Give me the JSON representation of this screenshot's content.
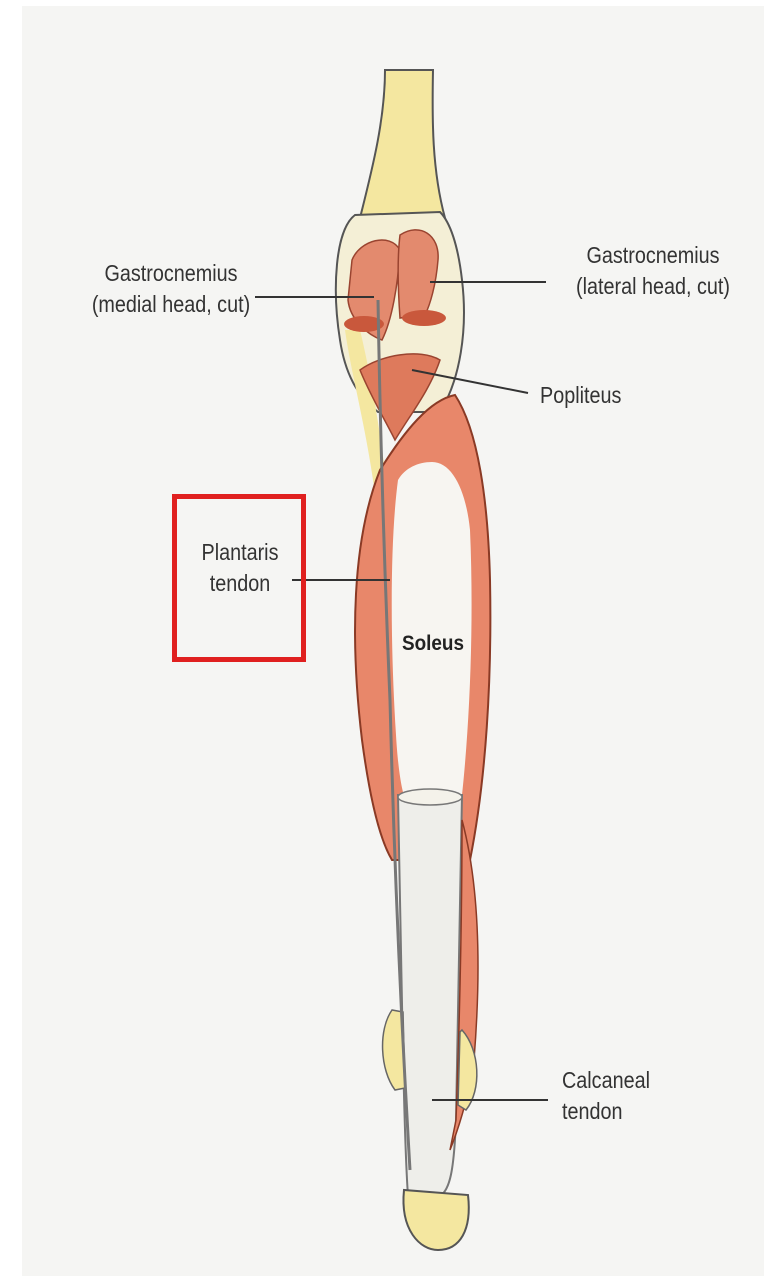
{
  "labels": {
    "gastrocnemius_medial": [
      "Gastrocnemius",
      "(medial head, cut)"
    ],
    "gastrocnemius_lateral": [
      "Gastrocnemius",
      "(lateral head, cut)"
    ],
    "popliteus": "Popliteus",
    "plantaris": [
      "Plantaris",
      "tendon"
    ],
    "soleus": "Soleus",
    "calcaneal": [
      "Calcaneal",
      "tendon"
    ]
  },
  "highlight": {
    "target": "Plantaris tendon",
    "color": "#e0201f"
  },
  "colors": {
    "muscle": "#e8876a",
    "muscle_dark": "#c9583c",
    "bone": "#f4e7a0",
    "tendon": "#eeeeea",
    "line": "#333333"
  }
}
